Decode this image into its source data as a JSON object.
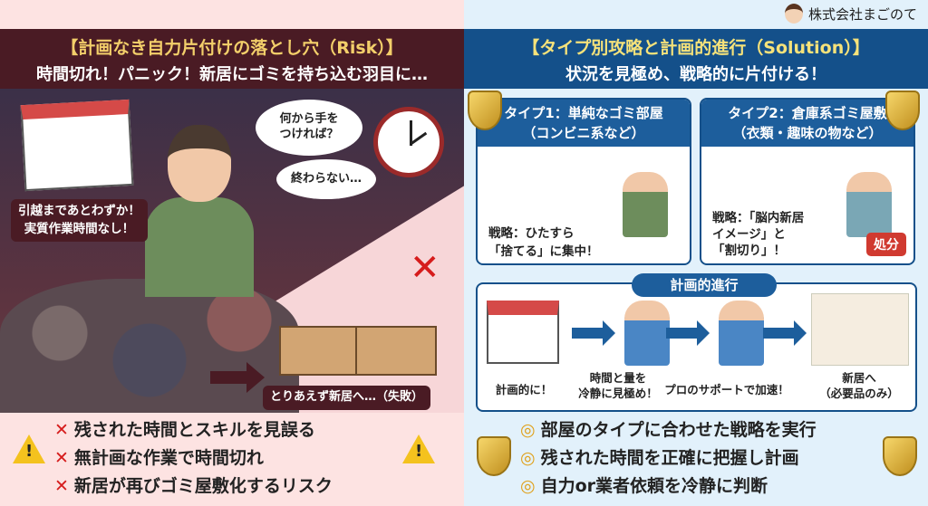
{
  "brand": {
    "name": "株式会社まごのて"
  },
  "risk": {
    "title": "【計画なき自力片付けの落とし穴（Risk）】",
    "subtitle": "時間切れ！パニック！新居にゴミを持ち込む羽目に…",
    "bubble1": "何から手を\nつければ？",
    "bubble2": "終わらない…",
    "calendar_note": [
      "引越まであとわずか！",
      "実質作業時間なし！"
    ],
    "fail_note": "とりあえず新居へ…（失敗）",
    "points": [
      "残された時間とスキルを見誤る",
      "無計画な作業で時間切れ",
      "新居が再びゴミ屋敷化するリスク"
    ],
    "marker": "✕",
    "accent": "#d61c1c"
  },
  "solution": {
    "title": "【タイプ別攻略と計画的進行（Solution）】",
    "subtitle": "状況を見極め、戦略的に片付ける！",
    "type1": {
      "title": "タイプ1：単純なゴミ部屋",
      "sub": "（コンビニ系など）",
      "strategy": [
        "戦略：ひたすら",
        "「捨てる」に集中！"
      ]
    },
    "type2": {
      "title": "タイプ2：倉庫系ゴミ屋敷",
      "sub": "（衣類・趣味の物など）",
      "strategy": [
        "戦略：「脳内新居",
        "イメージ」と",
        "「割切り」！"
      ],
      "stamp": "処分"
    },
    "process": {
      "title": "計画的進行",
      "steps": [
        "計画的に！",
        "時間と量を\n冷静に見極め！",
        "プロのサポートで加速！",
        "新居へ\n（必要品のみ）"
      ]
    },
    "points": [
      "部屋のタイプに合わせた戦略を実行",
      "残された時間を正確に把握し計画",
      "自力or業者依頼を冷静に判断"
    ],
    "marker": "◎",
    "accent": "#14508a"
  }
}
